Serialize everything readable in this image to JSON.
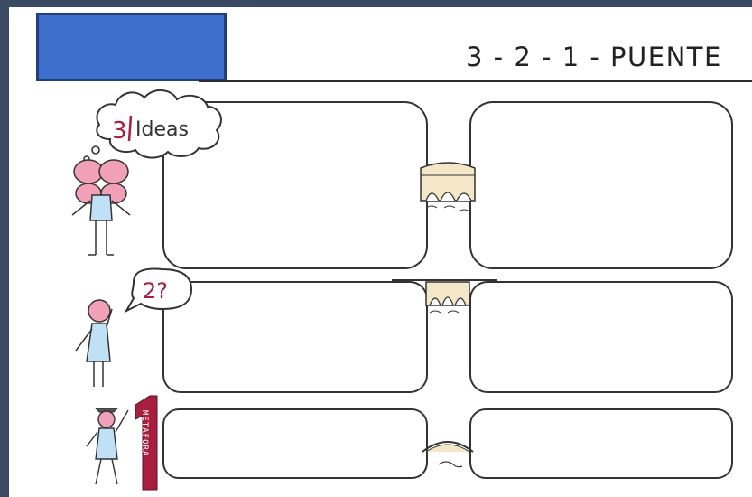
{
  "header": {
    "title": "3 - 2 - 1 - PUENTE"
  },
  "rows": [
    {
      "id": "ideas",
      "bubble_number": "3",
      "bubble_word": "Ideas"
    },
    {
      "id": "questions",
      "bubble_label": "2?"
    },
    {
      "id": "metaphor",
      "big_number": "1",
      "vertical_word": "METAFORA"
    }
  ],
  "colors": {
    "accent_red": "#a81e3f",
    "figure_pink": "#f2a0b8",
    "figure_blue": "#bfe0f5",
    "blue_rect": "#3d6fcf",
    "frame": "#3b4a63"
  }
}
